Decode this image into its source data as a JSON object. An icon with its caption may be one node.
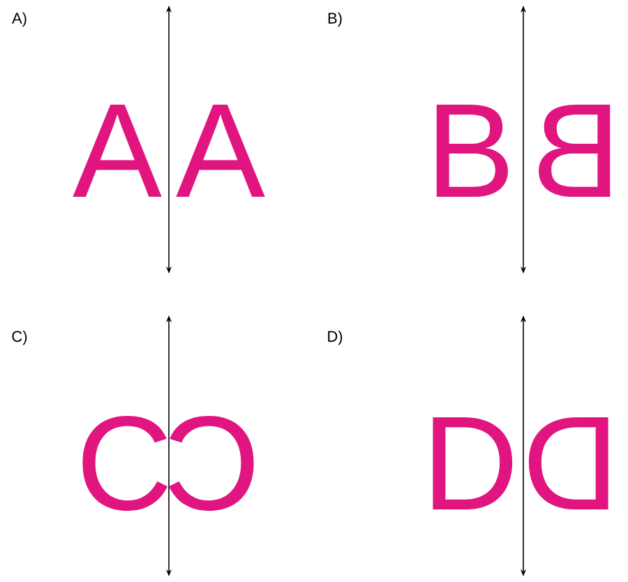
{
  "diagram": {
    "labels": [
      "A)",
      "A",
      "A",
      "B)",
      "B",
      "B",
      "C)",
      "C",
      "C",
      "D)",
      "D",
      "D"
    ]
  }
}
